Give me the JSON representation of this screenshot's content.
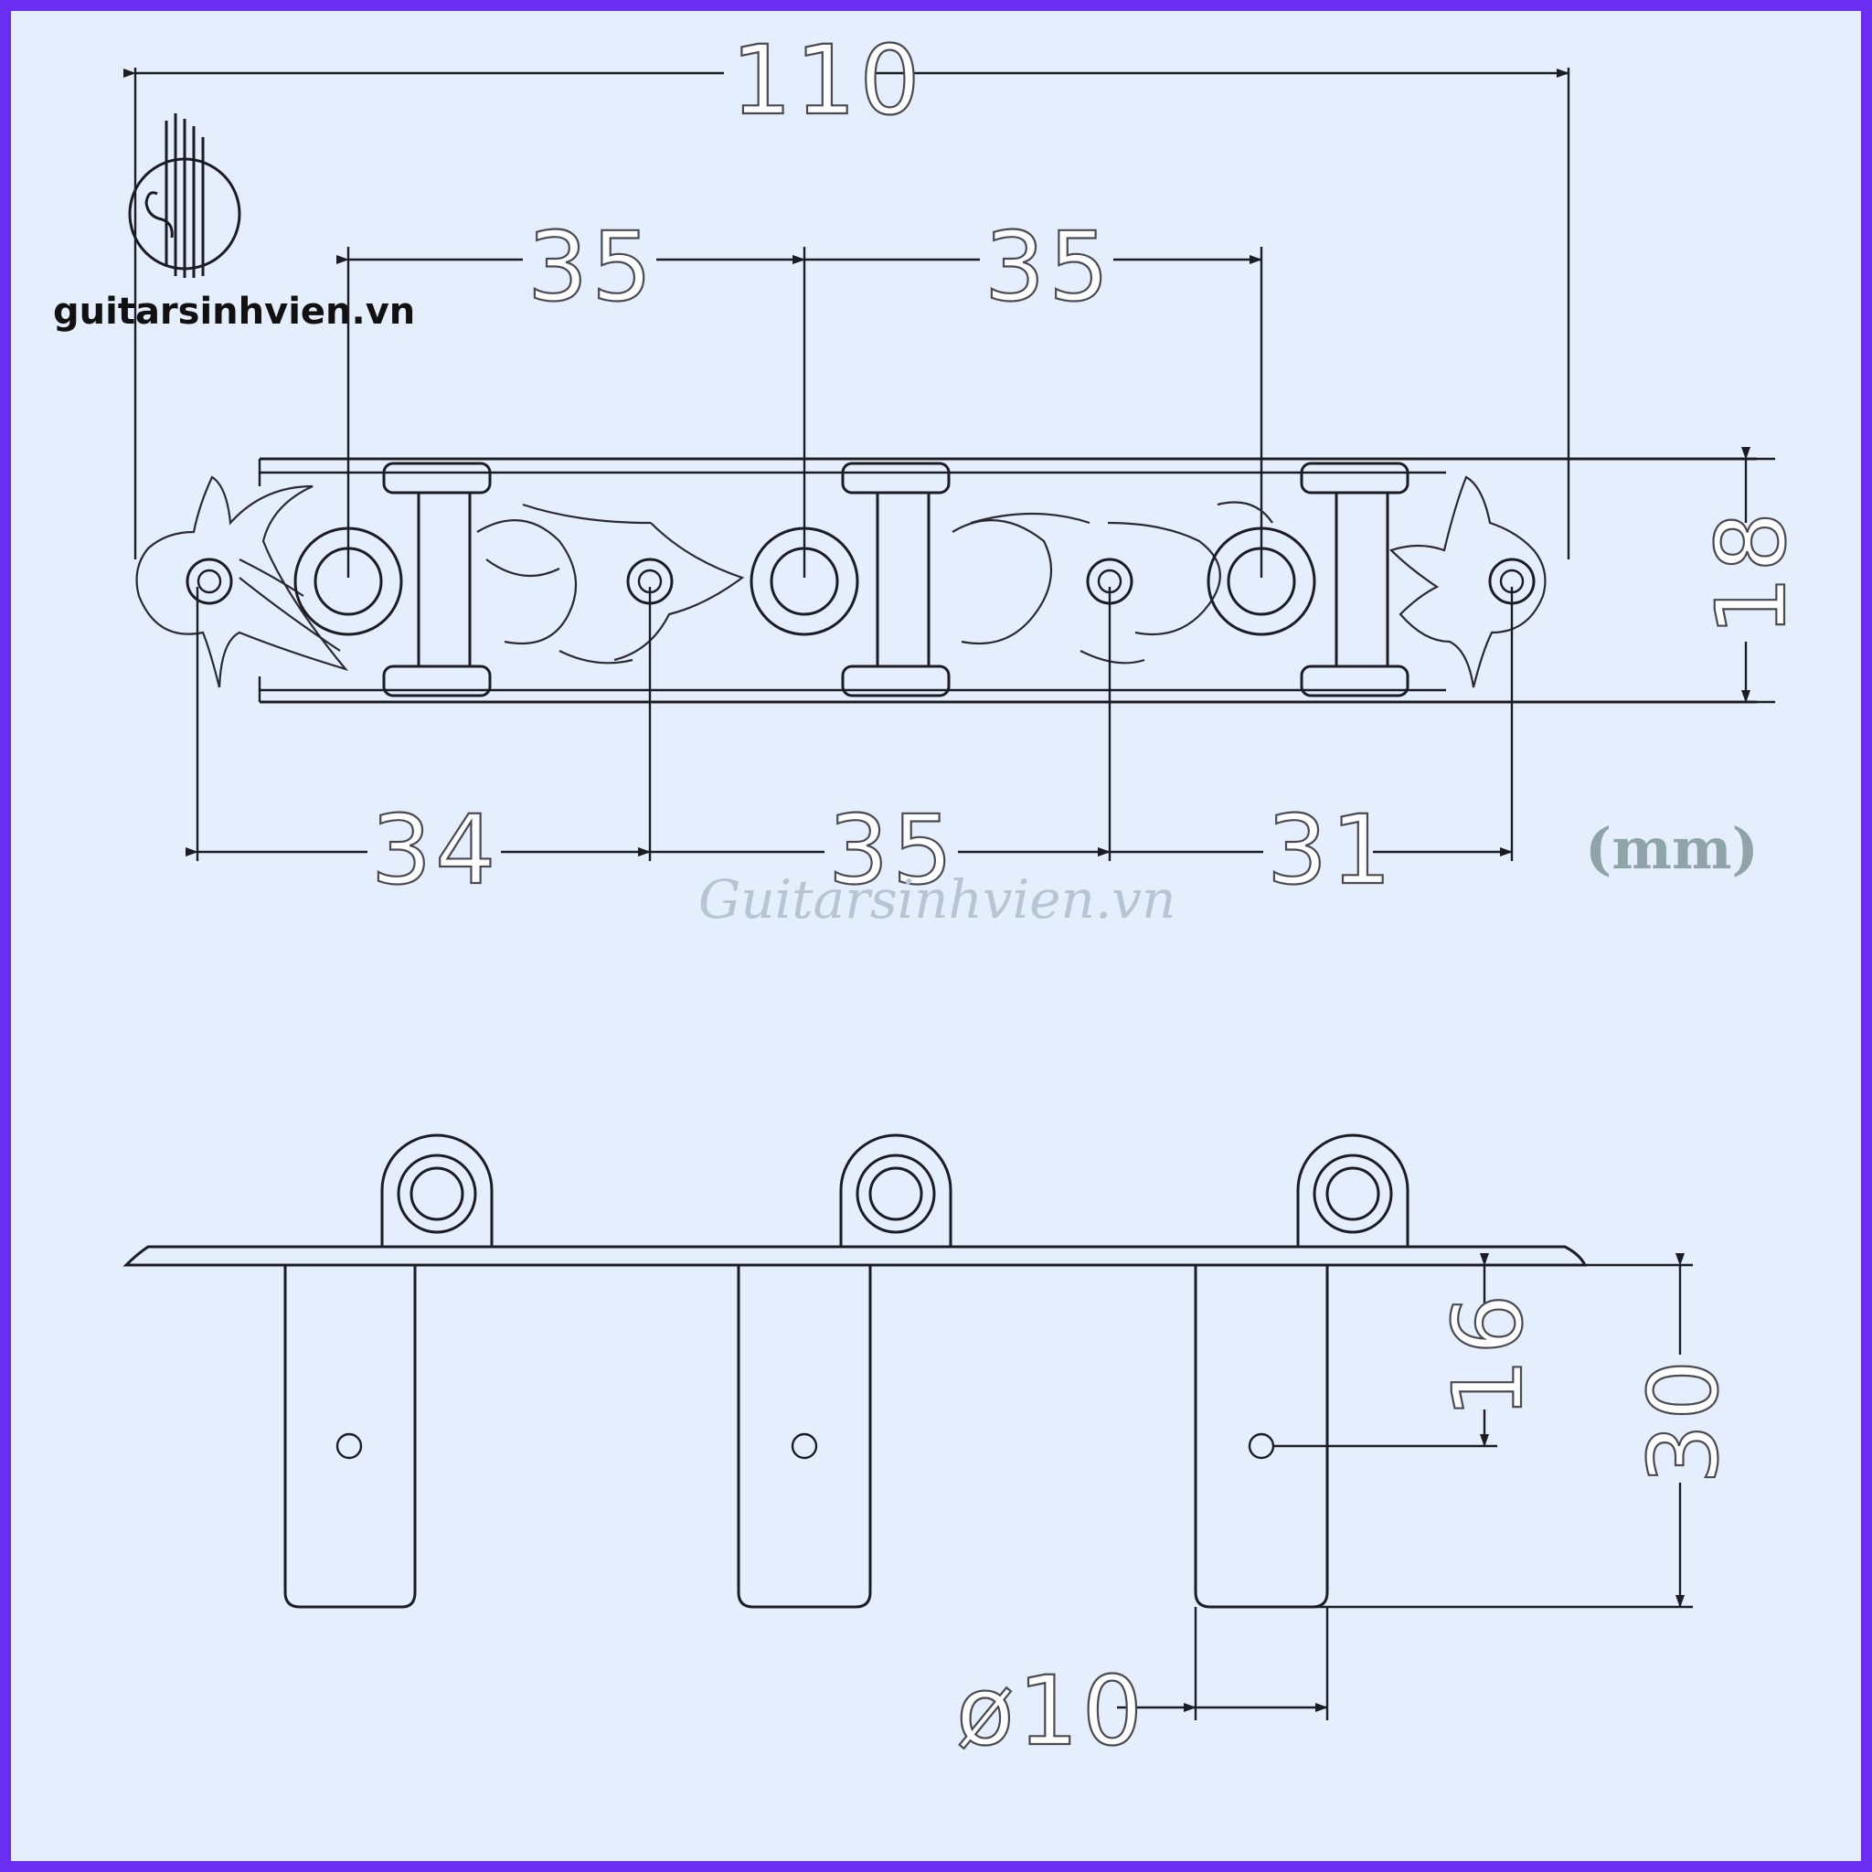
{
  "brand": {
    "logo_text": "guitarsinhvien.vn",
    "watermark": "Guitarsinhvien.vn",
    "logo_icon": "swv-monogram-icon"
  },
  "units": "(mm)",
  "top_view": {
    "overall_width": "110",
    "post_spacing_1": "35",
    "post_spacing_2": "35",
    "height": "18",
    "hole_spacing_left": "34",
    "hole_spacing_middle": "35",
    "hole_spacing_right": "31"
  },
  "side_view": {
    "hole_offset": "16",
    "post_length": "30",
    "post_diameter": "ø10"
  },
  "colors": {
    "border": "#6a2ef2",
    "background": "#e4eefc",
    "line": "#1c1c24"
  }
}
